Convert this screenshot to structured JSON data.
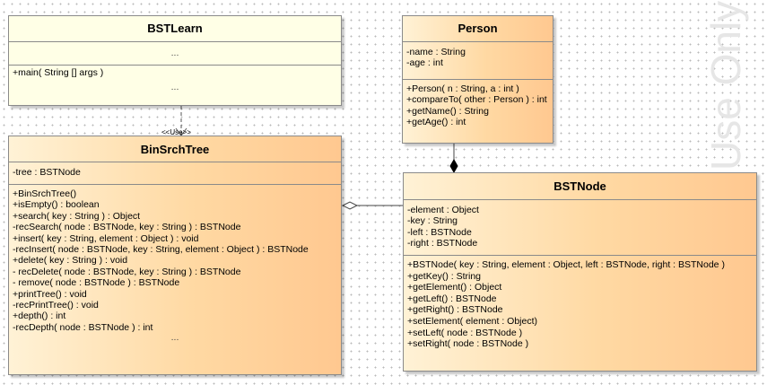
{
  "watermark": "Use Only",
  "classes": {
    "bstlearn": {
      "name": "BSTLearn",
      "attributes_placeholder": "...",
      "operations": [
        "+main( String [] args )"
      ],
      "operations_placeholder": "..."
    },
    "person": {
      "name": "Person",
      "attributes": [
        "-name : String",
        "-age : int"
      ],
      "operations": [
        "+Person( n : String, a : int )",
        "+compareTo( other : Person ) : int",
        "+getName() : String",
        "+getAge() : int"
      ]
    },
    "binsrchtree": {
      "name": "BinSrchTree",
      "attributes": [
        "-tree : BSTNode"
      ],
      "operations": [
        "+BinSrchTree()",
        "+isEmpty() : boolean",
        "+search( key : String ) : Object",
        "-recSearch( node : BSTNode, key : String ) : BSTNode",
        "+insert( key : String, element : Object ) : void",
        "-recInsert( node : BSTNode, key : String, element : Object ) : BSTNode",
        "+delete( key : String ) : void",
        "- recDelete( node : BSTNode, key : String ) : BSTNode",
        "- remove( node : BSTNode ) : BSTNode",
        "+printTree() : void",
        "-recPrintTree() : void",
        "+depth() : int",
        "-recDepth( node : BSTNode ) : int"
      ],
      "operations_placeholder": "..."
    },
    "bstnode": {
      "name": "BSTNode",
      "attributes": [
        "-element : Object",
        "-key : String",
        "-left : BSTNode",
        "-right : BSTNode"
      ],
      "operations": [
        "+BSTNode( key : String, element : Object, left : BSTNode, right : BSTNode )",
        "+getKey() : String",
        "+getElement() : Object",
        "+getLeft() : BSTNode",
        "+getRight() : BSTNode",
        "+setElement( element : Object)",
        "+setLeft( node : BSTNode )",
        "+setRight( node : BSTNode )"
      ]
    }
  },
  "relations": {
    "use_label": "<<Use>>"
  }
}
